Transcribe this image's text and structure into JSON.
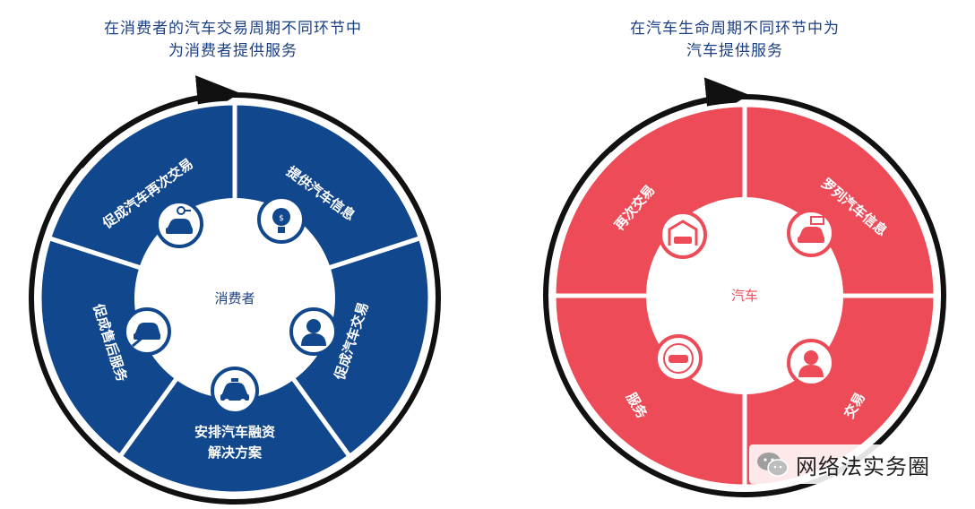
{
  "colors": {
    "blue": "#11478c",
    "red": "#ec4b57",
    "ring": "#111111",
    "white": "#ffffff"
  },
  "left_cycle": {
    "caption_line1": "在消费者的汽车交易周期不同环节中",
    "caption_line2": "为消费者提供服务",
    "center": "消费者",
    "segments": [
      {
        "label": "提供汽车信息",
        "icon": "lightbulb-icon"
      },
      {
        "label": "促成汽车交易",
        "icon": "salesperson-icon"
      },
      {
        "label_line1": "安排汽车融资",
        "label_line2": "解决方案",
        "icon": "taxi-icon"
      },
      {
        "label": "促成售后服务",
        "icon": "car-repair-icon"
      },
      {
        "label": "促成汽车再次交易",
        "icon": "car-key-icon"
      }
    ]
  },
  "right_cycle": {
    "caption_line1": "在汽车生命周期不同环节中为",
    "caption_line2": "汽车提供服务",
    "center": "汽车",
    "segments": [
      {
        "label": "罗列汽车信息",
        "icon": "car-info-icon"
      },
      {
        "label": "交易",
        "icon": "person-icon"
      },
      {
        "label": "服务",
        "icon": "car-front-icon"
      },
      {
        "label": "再次交易",
        "icon": "garage-icon"
      }
    ]
  },
  "watermark": {
    "text": "网络法实务圈",
    "icon": "wechat-icon"
  }
}
